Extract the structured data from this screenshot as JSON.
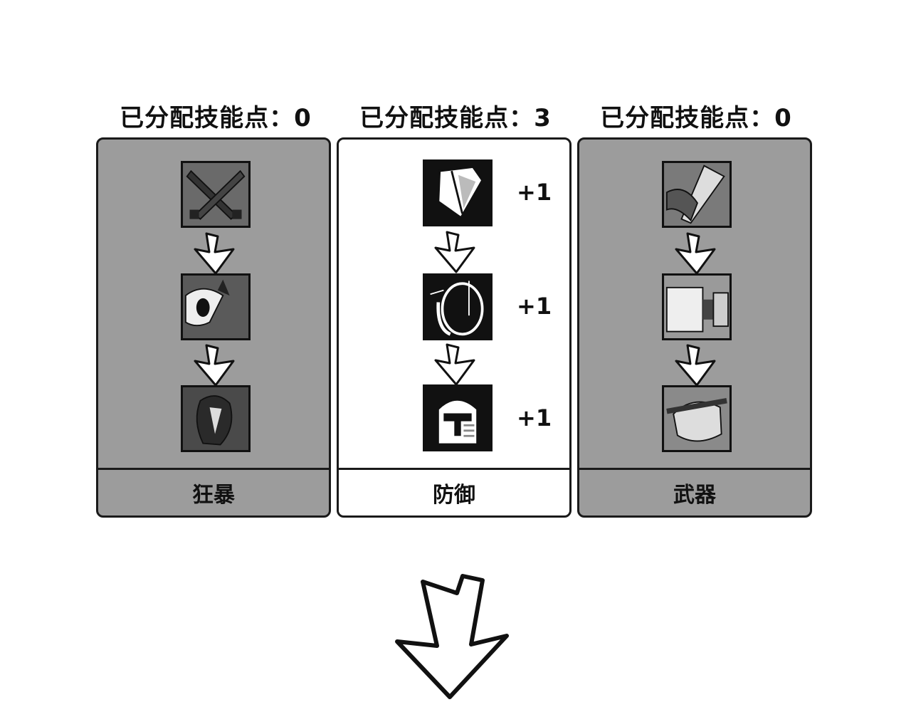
{
  "trees": [
    {
      "header": "已分配技能点：0",
      "name": "狂暴",
      "state": "locked",
      "skills": [
        {
          "icon": "crossed-daggers-icon"
        },
        {
          "icon": "roaring-face-icon"
        },
        {
          "icon": "fanged-beast-icon"
        }
      ]
    },
    {
      "header": "已分配技能点：3",
      "name": "防御",
      "state": "active",
      "skills": [
        {
          "icon": "shield-icon",
          "bonus": "+1"
        },
        {
          "icon": "round-shield-arrows-icon",
          "bonus": "+1"
        },
        {
          "icon": "knight-helmet-icon",
          "bonus": "+1"
        }
      ]
    },
    {
      "header": "已分配技能点：0",
      "name": "武器",
      "state": "locked",
      "skills": [
        {
          "icon": "pickaxe-icon"
        },
        {
          "icon": "hammer-head-icon"
        },
        {
          "icon": "battle-axe-icon"
        }
      ]
    }
  ],
  "colors": {
    "locked": "#9c9c9c",
    "active": "#ffffff",
    "border": "#1a1a1a"
  }
}
